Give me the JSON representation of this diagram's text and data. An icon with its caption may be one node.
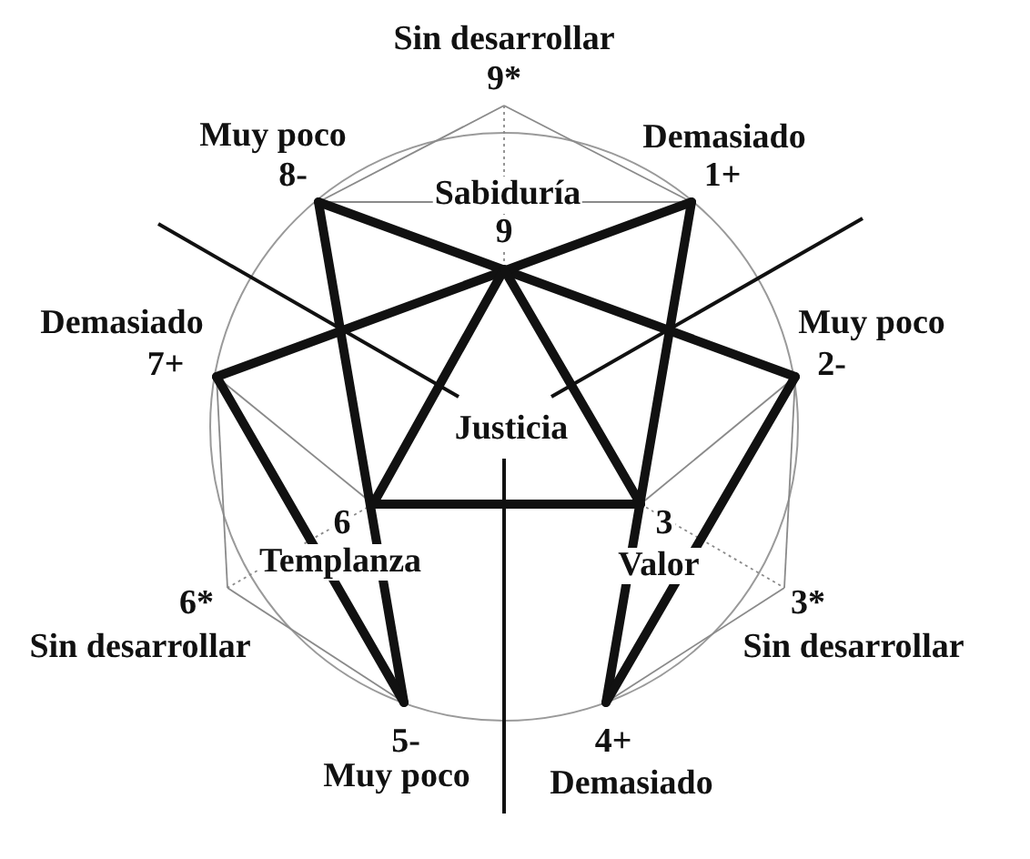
{
  "diagram": {
    "labels": [
      "Sin desarrollar",
      "9*",
      "Muy poco",
      "Demasiado",
      "8-",
      "1+",
      "Sabiduría",
      "9",
      "Demasiado",
      "Muy poco",
      "7+",
      "2-",
      "Justicia",
      "6",
      "3",
      "Templanza",
      "Valor",
      "6*",
      "3*",
      "Sin desarrollar",
      "Sin desarrollar",
      "5-",
      "4+",
      "Muy poco",
      "Demasiado"
    ]
  }
}
